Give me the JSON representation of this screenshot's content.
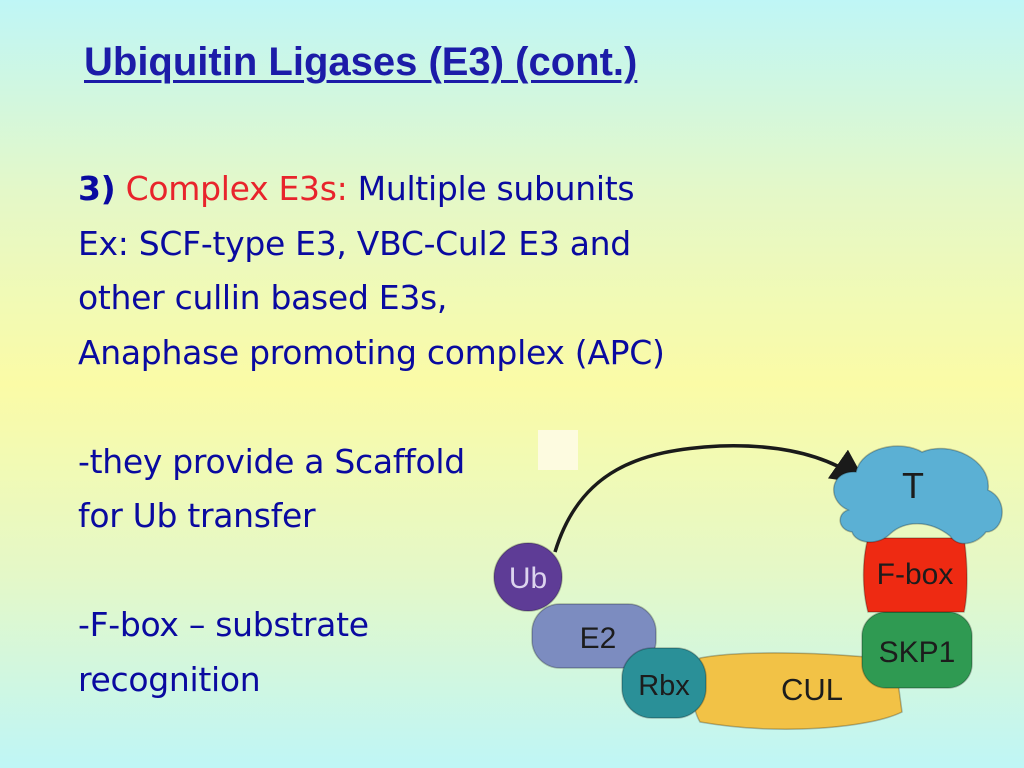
{
  "slide": {
    "title": "Ubiquitin Ligases (E3) (cont.)",
    "item_number": "3)",
    "complex_label": "Complex E3s:",
    "lines": {
      "l1_rest": "Multiple subunits",
      "l2": "Ex: SCF-type E3, VBC-Cul2 E3 and",
      "l3": "other cullin based E3s,",
      "l4": "Anaphase promoting complex (APC)",
      "l5": "-they provide a Scaffold",
      "l6": "for Ub transfer",
      "l7": "-F-box – substrate",
      "l8": "recognition"
    }
  },
  "diagram": {
    "labels": {
      "target": "T",
      "fbox": "F-box",
      "skp1": "SKP1",
      "cul": "CUL",
      "rbx": "Rbx",
      "e2": "E2",
      "ub": "Ub"
    },
    "colors": {
      "target": "#5bb0d4",
      "fbox": "#ee2a12",
      "skp1": "#2f9a52",
      "cul": "#f2c246",
      "rbx": "#2a9098",
      "e2": "#7c8cc0",
      "ub": "#5e3c96"
    }
  }
}
